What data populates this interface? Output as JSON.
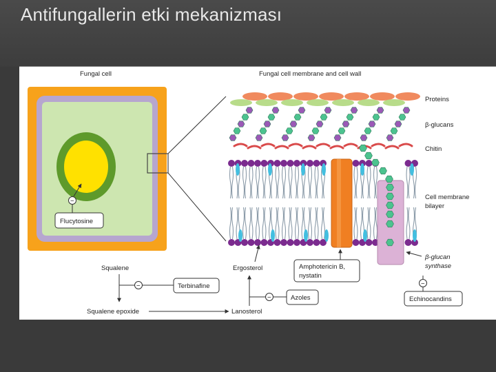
{
  "slide": {
    "title": "Antifungallerin etki mekanizması"
  },
  "diagram": {
    "heading_left": "Fungal cell",
    "heading_right": "Fungal cell membrane and cell wall",
    "legend": {
      "proteins": "Proteins",
      "glucans": "β-glucans",
      "chitin": "Chitin",
      "membrane_line1": "Cell membrane",
      "membrane_line2": "bilayer",
      "synthase_line1": "β-glucan",
      "synthase_line2": "synthase"
    },
    "drugs": {
      "flucytosine": "Flucytosine",
      "terbinafine": "Terbinafine",
      "azoles": "Azoles",
      "amphotericin_line1": "Amphotericin B,",
      "amphotericin_line2": "nystatin",
      "echinocandins": "Echinocandins"
    },
    "pathway": {
      "squalene": "Squalene",
      "squalene_epoxide": "Squalene epoxide",
      "lanosterol": "Lanosterol",
      "ergosterol": "Ergosterol"
    },
    "inhibit_symbol": "−",
    "colors": {
      "wall_orange": "#f7a21b",
      "membrane_purple": "#b6a6cf",
      "cytoplasm_green": "#cde6b0",
      "nucleus_ring": "#5e9a2b",
      "nucleus_yellow": "#ffe100",
      "protein_orange": "#f08a5e",
      "protein_green": "#b8dc8a",
      "glucan_green": "#4cc38f",
      "glucan_purple": "#9b59b6",
      "chitin_red": "#d94a4a",
      "lipid_head_purple": "#7b2b8f",
      "lipid_head_cyan": "#43bfe0",
      "amphotericin_orange": "#f07f22",
      "synthase_pink": "#dcb2d6"
    }
  }
}
